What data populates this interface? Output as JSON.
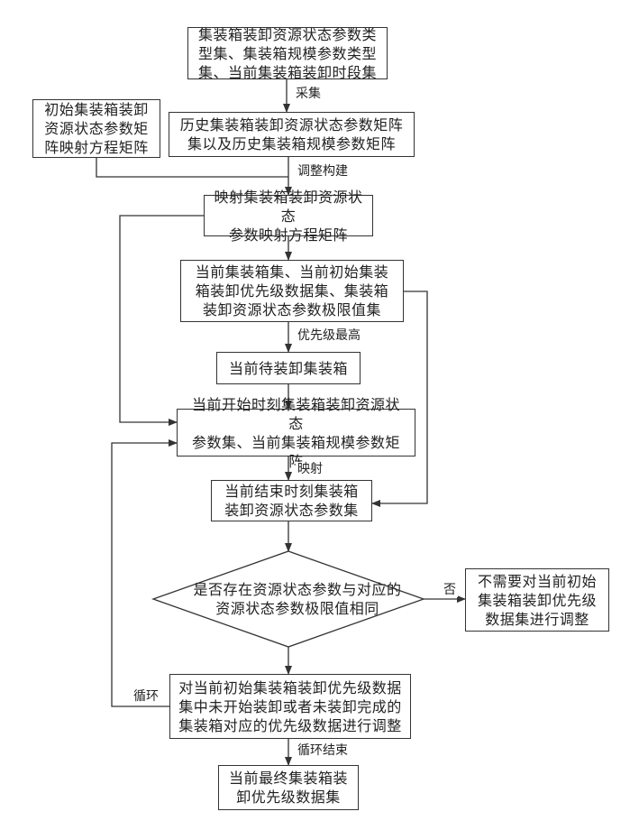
{
  "nodes": {
    "collect_sets": [
      "集装箱装卸资源状态参数类",
      "型集、集装箱规模参数类型",
      "集、当前集装箱装卸时段集"
    ],
    "initial_matrix": [
      "初始集装箱装卸",
      "资源状态参数矩",
      "阵映射方程矩阵"
    ],
    "history_matrix": [
      "历史集装箱装卸资源状态参数矩阵",
      "集以及历史集装箱规模参数矩阵"
    ],
    "mapping_matrix": [
      "映射集装箱装卸资源状态",
      "参数映射方程矩阵"
    ],
    "current_sets": [
      "当前集装箱集、当前初始集装",
      "箱装卸优先级数据集、集装箱",
      "装卸资源状态参数极限值集"
    ],
    "to_load": [
      "当前待装卸集装箱"
    ],
    "start_sets": [
      "当前开始时刻集装箱装卸资源状态",
      "参数集、当前集装箱规模参数矩阵"
    ],
    "end_sets": [
      "当前结束时刻集装箱",
      "装卸资源状态参数集"
    ],
    "decision": [
      "是否存在资源状态参数与对应的",
      "资源状态参数极限值相同"
    ],
    "no_adjust": [
      "不需要对当前初始",
      "集装箱装卸优先级",
      "数据集进行调整"
    ],
    "adjust": [
      "对当前初始集装箱装卸优先级数据",
      "集中未开始装卸或者未装卸完成的",
      "集装箱对应的优先级数据进行调整"
    ],
    "final": [
      "当前最终集装箱装",
      "卸优先级数据集"
    ]
  },
  "labels": {
    "collect": "采集",
    "adjust_build": "调整构建",
    "priority_highest": "优先级最高",
    "map": "映射",
    "no": "否",
    "loop": "循环",
    "loop_end": "循环结束"
  }
}
